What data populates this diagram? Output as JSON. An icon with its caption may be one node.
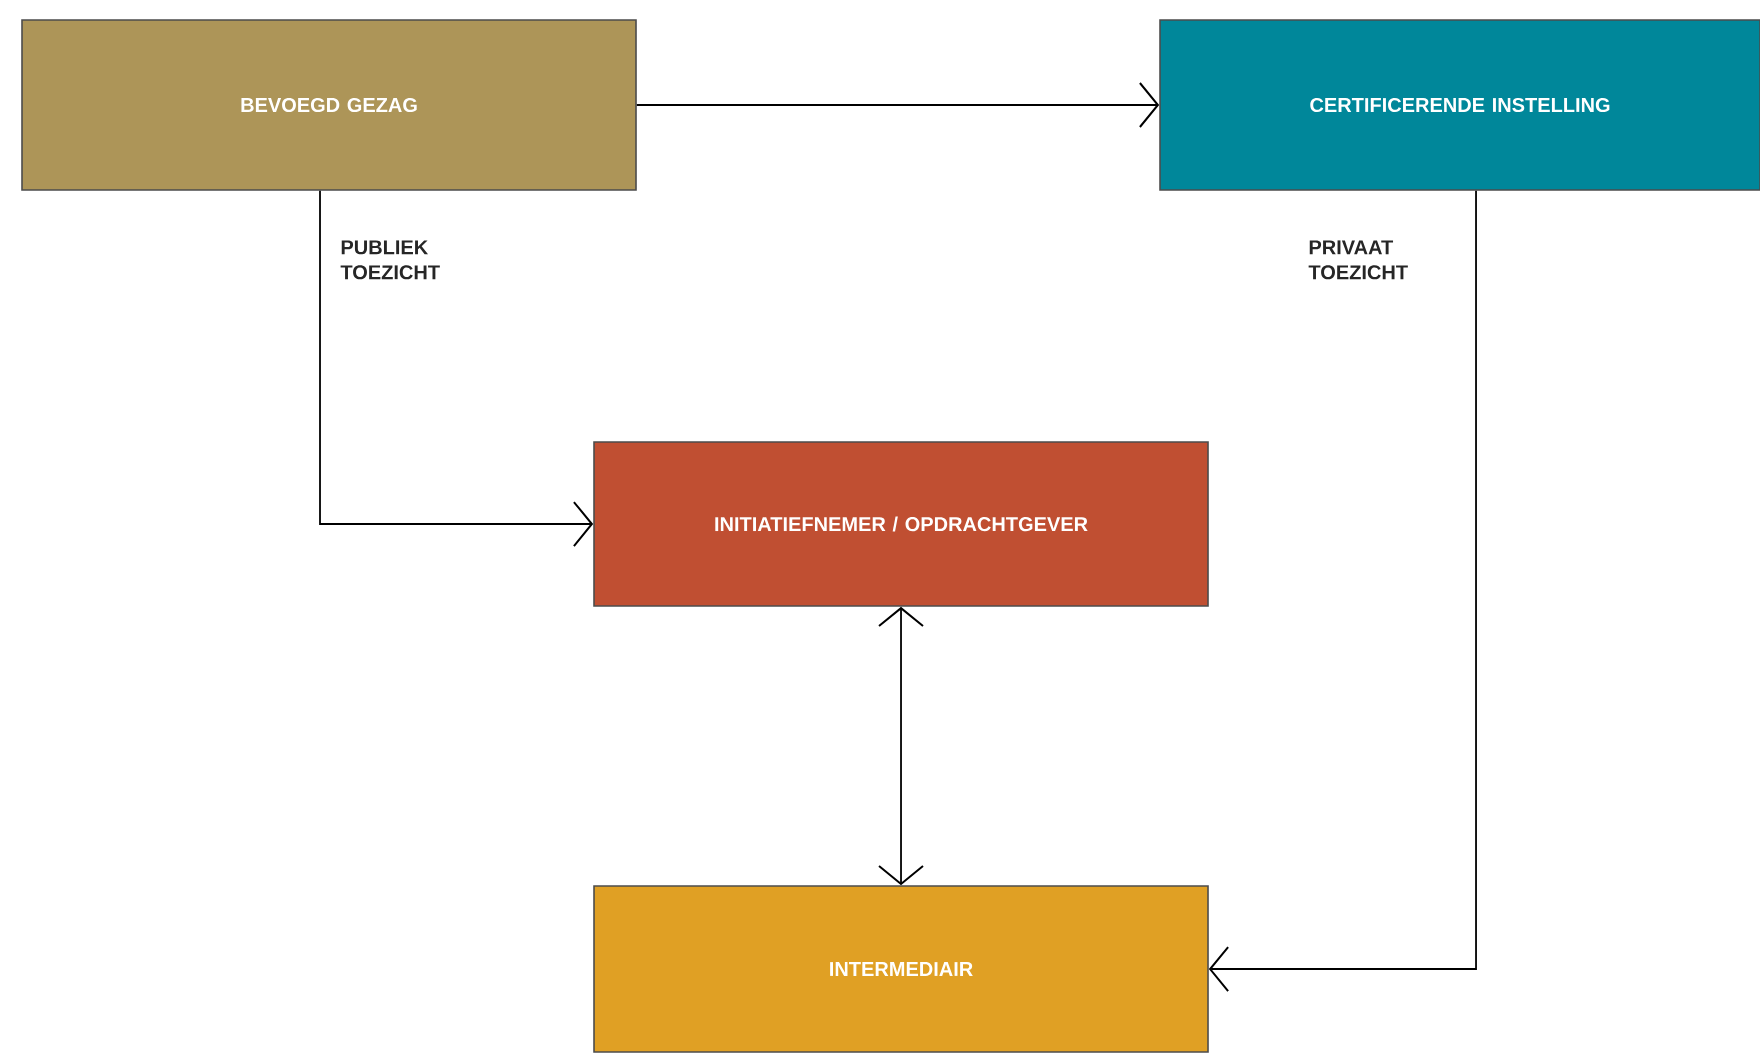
{
  "diagram": {
    "nodes": [
      {
        "text": [
          "BEVOEGD GEZAG"
        ]
      },
      {
        "text": [
          "CERTIFICERENDE INSTELLING"
        ]
      },
      {
        "text": [
          "INITIATIEFNEMER / OPDRACHTGEVER"
        ]
      },
      {
        "text": [
          "INTERMEDIAIR"
        ]
      }
    ],
    "edges": [
      {
        "from": 0,
        "to": 1,
        "arrow": "to"
      },
      {
        "from": 0,
        "to": 2,
        "arrow": "to",
        "label": "PUBLIEK TOEZICHT"
      },
      {
        "from": 1,
        "to": 3,
        "arrow": "to",
        "label": "PRIVAAT TOEZICHT"
      },
      {
        "from": 2,
        "to": 3,
        "arrow": "both"
      }
    ]
  }
}
